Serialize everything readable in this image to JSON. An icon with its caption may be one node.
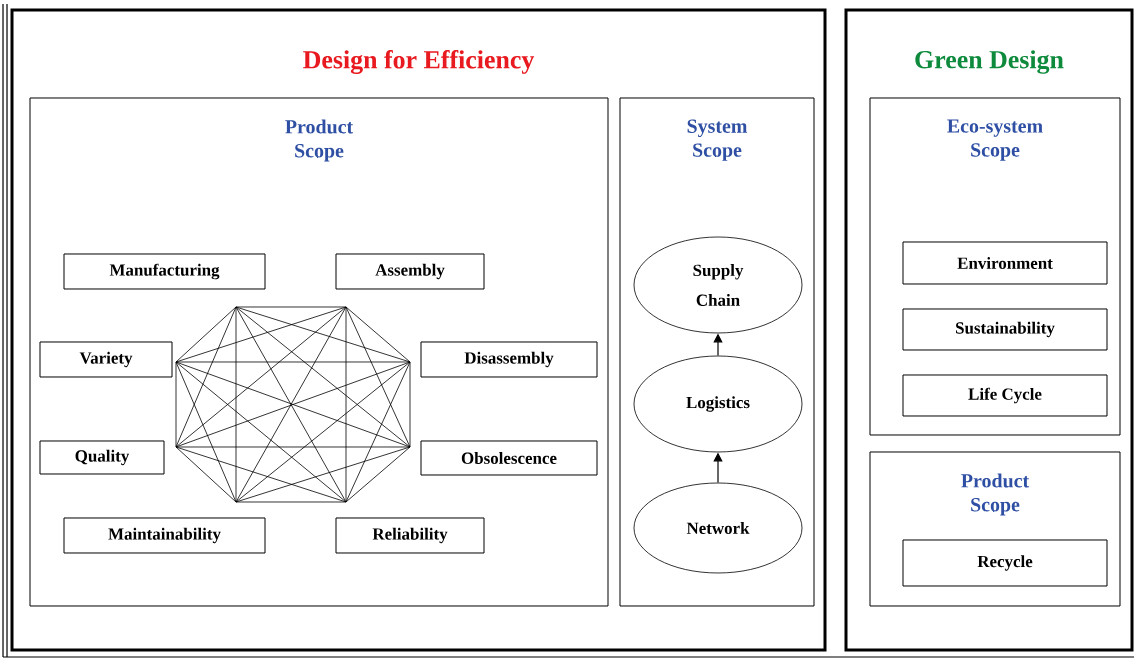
{
  "diagram": {
    "nodes": [
      {
        "text": [
          "Design for Efficiency"
        ]
      },
      {
        "text": [
          "Product Scope"
        ],
        "in": 0
      },
      {
        "text": [
          "Manufacturing"
        ],
        "in": 1
      },
      {
        "text": [
          "Assembly"
        ],
        "in": 1
      },
      {
        "text": [
          "Variety"
        ],
        "in": 1
      },
      {
        "text": [
          "Disassembly"
        ],
        "in": 1
      },
      {
        "text": [
          "Quality"
        ],
        "in": 1
      },
      {
        "text": [
          "Obsolescence"
        ],
        "in": 1
      },
      {
        "text": [
          "Maintainability"
        ],
        "in": 1
      },
      {
        "text": [
          "Reliability"
        ],
        "in": 1
      },
      {
        "text": [
          "System Scope"
        ],
        "in": 0
      },
      {
        "text": [
          "Supply Chain"
        ],
        "in": 10
      },
      {
        "text": [
          "Logistics"
        ],
        "in": 10
      },
      {
        "text": [
          "Network"
        ],
        "in": 10
      },
      {
        "text": [
          "Green Design"
        ]
      },
      {
        "text": [
          "Eco-system Scope"
        ],
        "in": 14
      },
      {
        "text": [
          "Environment"
        ],
        "in": 15
      },
      {
        "text": [
          "Sustainability"
        ],
        "in": 15
      },
      {
        "text": [
          "Life Cycle"
        ],
        "in": 15
      },
      {
        "text": [
          "Product Scope"
        ],
        "in": 14
      },
      {
        "text": [
          "Recycle"
        ],
        "in": 19
      }
    ],
    "edges": [
      {
        "from": 13,
        "to": 12,
        "arrow": "to"
      },
      {
        "from": 12,
        "to": 11,
        "arrow": "to"
      }
    ]
  }
}
